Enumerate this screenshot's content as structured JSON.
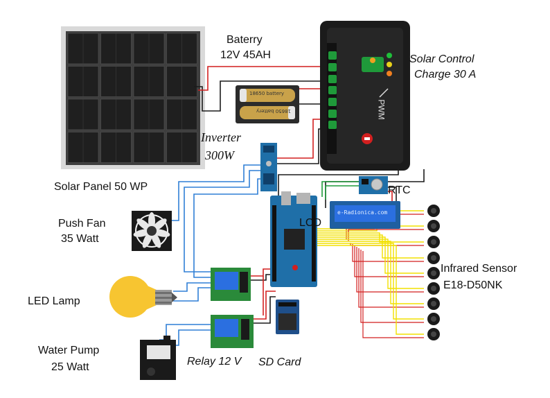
{
  "labels": {
    "battery_line1": "Baterry",
    "battery_line2": "12V 45AH",
    "controller_line1": "Solar Control",
    "controller_line2": "Charge 30 A",
    "inverter_line1": "Inverter",
    "inverter_line2": "300W",
    "solar_panel": "Solar Panel 50 WP",
    "rtc": "RTC",
    "lcd": "LCD",
    "fan_line1": "Push Fan",
    "fan_line2": "35 Watt",
    "lamp": "LED Lamp",
    "pump_line1": "Water Pump",
    "pump_line2": "25 Watt",
    "relay": "Relay 12 V",
    "sdcard": "SD Card",
    "sensor_line1": "Infrared Sensor",
    "sensor_line2": "E18-D50NK"
  },
  "device_text": {
    "battery_cell_top": "18650 battery",
    "battery_cell_bottom": "18650 battery",
    "lcd_screen": "e-Radionica.com",
    "controller_brand": "PWM"
  },
  "colors": {
    "wire_red": "#d21f1f",
    "wire_black": "#1a1a1a",
    "wire_blue": "#2f7fd6",
    "wire_yellow": "#f2e100",
    "wire_green": "#1f9a3a",
    "board_blue": "#1f6fa8",
    "controller_body": "#1b1b1b",
    "lamp_yellow": "#f7c531"
  }
}
